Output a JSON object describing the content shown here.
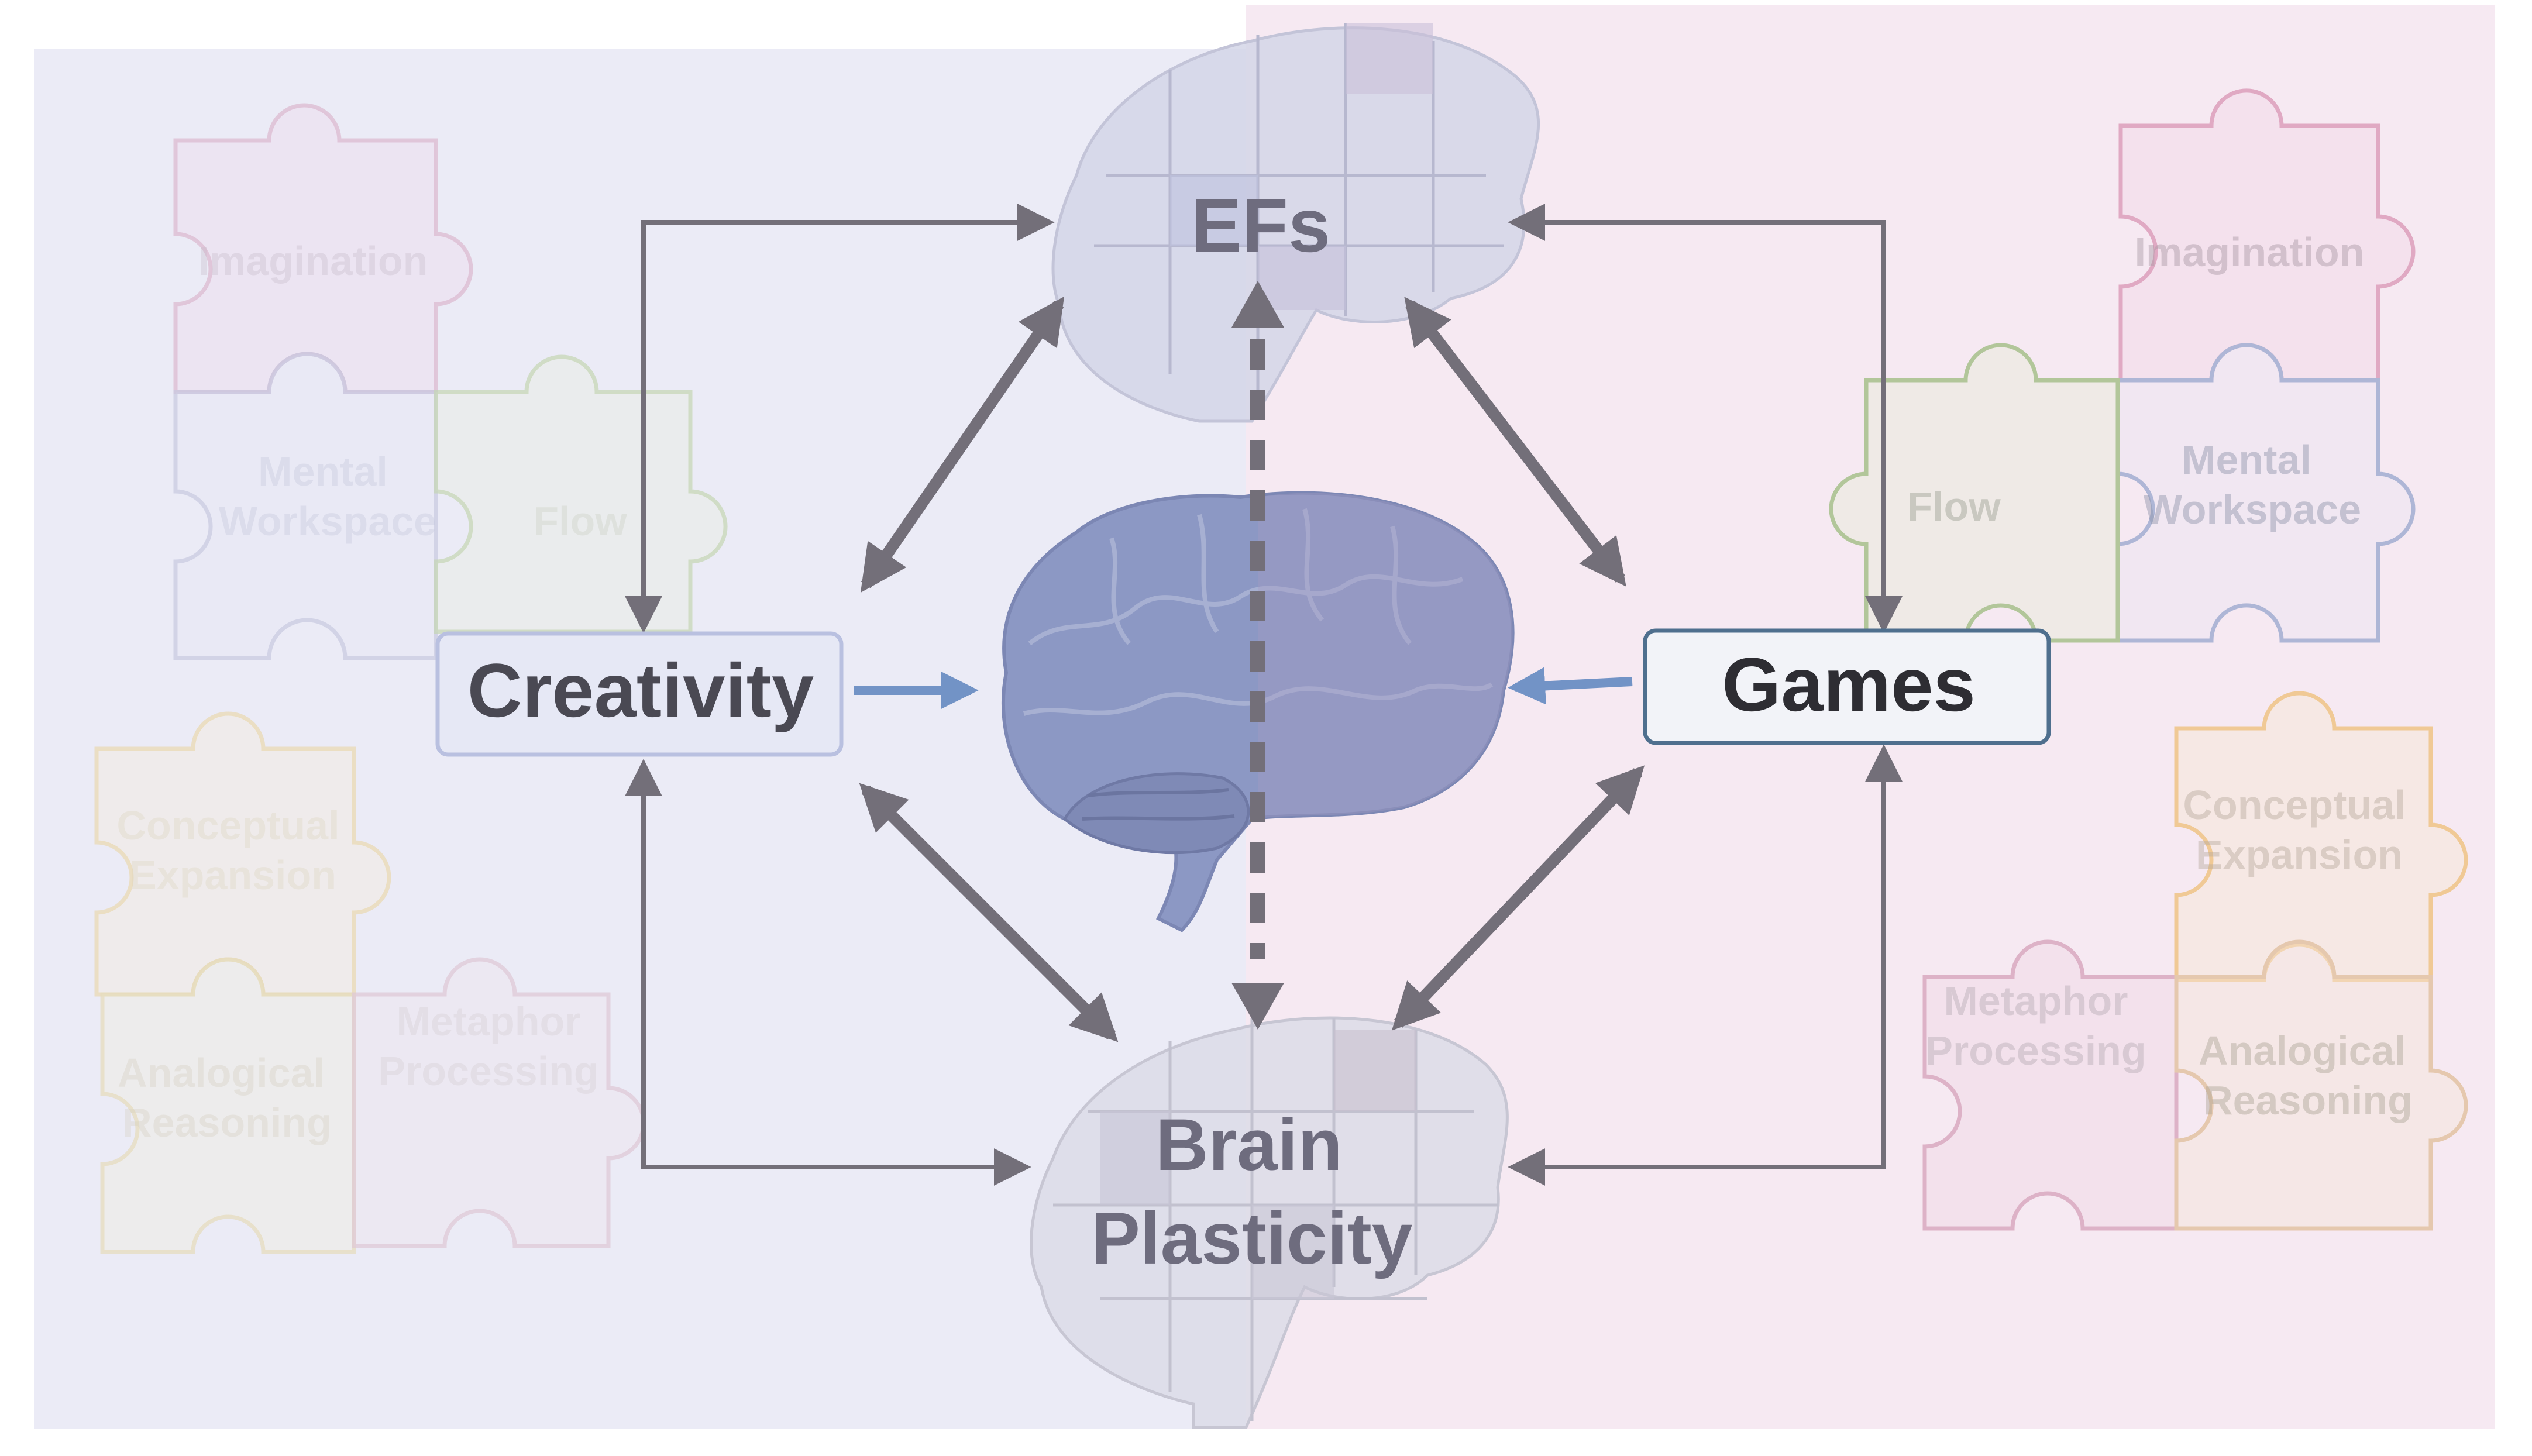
{
  "colors": {
    "left_panel": "#ebebf6",
    "right_panel": "#f6e9f2",
    "arrow_dark": "#736f79",
    "arrow_blue": "#7293c6",
    "node_border_left": "#b9c0e0",
    "node_border_right": "#4f6f8e",
    "text_dark": "#3e3d45",
    "text_muted": "#666470"
  },
  "nodes": {
    "creativity": "Creativity",
    "games": "Games",
    "efs": "EFs",
    "brain_plasticity_line1": "Brain",
    "brain_plasticity_line2": "Plasticity"
  },
  "left_puzzle": {
    "imagination": "Imagination",
    "mental_workspace_line1": "Mental",
    "mental_workspace_line2": "Workspace",
    "flow": "Flow",
    "conceptual_expansion_line1": "Conceptual",
    "conceptual_expansion_line2": "Expansion",
    "analogical_reasoning_line1": "Analogical",
    "analogical_reasoning_line2": "Reasoning",
    "metaphor_processing_line1": "Metaphor",
    "metaphor_processing_line2": "Processing"
  },
  "right_puzzle": {
    "imagination": "Imagination",
    "mental_workspace_line1": "Mental",
    "mental_workspace_line2": "Workspace",
    "flow": "Flow",
    "conceptual_expansion_line1": "Conceptual",
    "conceptual_expansion_line2": "Expansion",
    "metaphor_processing_line1": "Metaphor",
    "metaphor_processing_line2": "Processing",
    "analogical_reasoning_line1": "Analogical",
    "analogical_reasoning_line2": "Reasoning"
  },
  "icons": [
    "puzzle-piece-icon",
    "brain-icon",
    "puzzle-brain-icon"
  ]
}
